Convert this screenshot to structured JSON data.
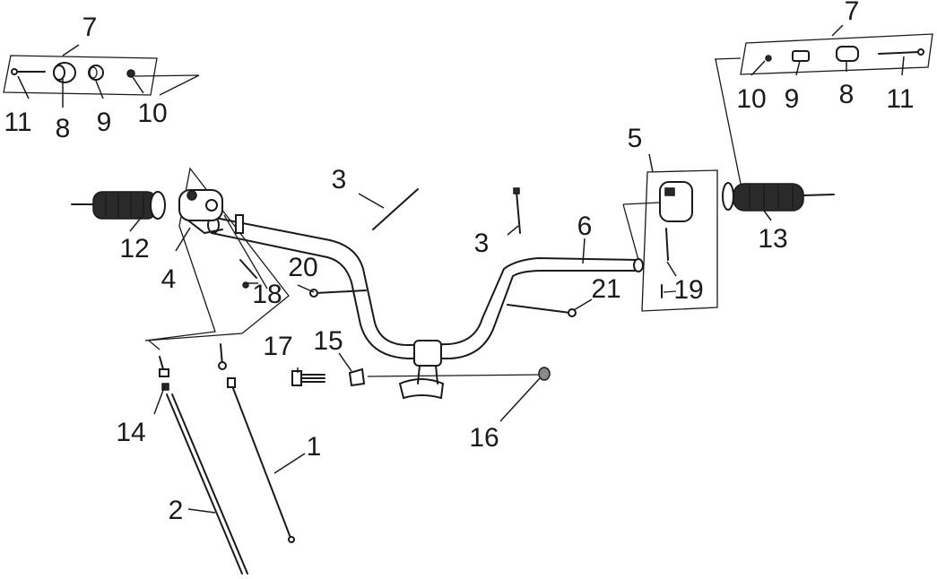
{
  "diagram": {
    "callouts": [
      {
        "id": "c7a",
        "text": "7"
      },
      {
        "id": "c11a",
        "text": "11"
      },
      {
        "id": "c8a",
        "text": "8"
      },
      {
        "id": "c9a",
        "text": "9"
      },
      {
        "id": "c10a",
        "text": "10"
      },
      {
        "id": "c7b",
        "text": "7"
      },
      {
        "id": "c10b",
        "text": "10"
      },
      {
        "id": "c9b",
        "text": "9"
      },
      {
        "id": "c8b",
        "text": "8"
      },
      {
        "id": "c11b",
        "text": "11"
      },
      {
        "id": "c3a",
        "text": "3"
      },
      {
        "id": "c3b",
        "text": "3"
      },
      {
        "id": "c5",
        "text": "5"
      },
      {
        "id": "c6",
        "text": "6"
      },
      {
        "id": "c12",
        "text": "12"
      },
      {
        "id": "c4",
        "text": "4"
      },
      {
        "id": "c18",
        "text": "18"
      },
      {
        "id": "c20",
        "text": "20"
      },
      {
        "id": "c21",
        "text": "21"
      },
      {
        "id": "c19",
        "text": "19"
      },
      {
        "id": "c13",
        "text": "13"
      },
      {
        "id": "c17",
        "text": "17"
      },
      {
        "id": "c15",
        "text": "15"
      },
      {
        "id": "c14",
        "text": "14"
      },
      {
        "id": "c16",
        "text": "16"
      },
      {
        "id": "c1",
        "text": "1"
      },
      {
        "id": "c2",
        "text": "2"
      }
    ]
  }
}
